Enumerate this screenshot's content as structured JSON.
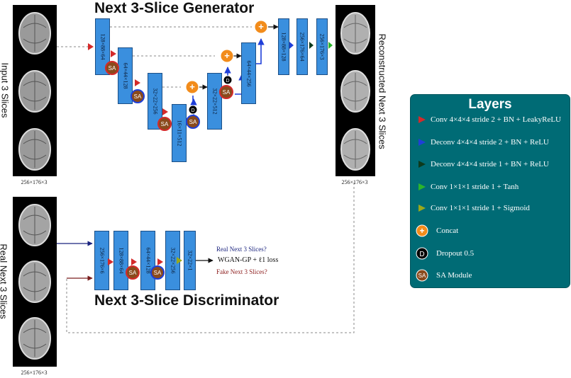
{
  "generator": {
    "title": "Next 3-Slice Generator",
    "input_label": "Input 3 Slices",
    "output_label": "Reconstructed Next 3 Slices",
    "input_dim": "256×176×3",
    "output_dim": "256×176×3",
    "blocks": [
      "128×88×64",
      "64×44×128",
      "32×22×256",
      "16×11×512",
      "32×22×512",
      "64×44×256",
      "128×88×128",
      "256×176×64",
      "256×176×3"
    ]
  },
  "discriminator": {
    "title": "Next 3-Slice Discriminator",
    "input_label": "Real Next 3 Slices",
    "input_dim": "256×176×3",
    "blocks": [
      "256×176×6",
      "128×88×64",
      "64×44×128",
      "32×22×256",
      "32×22×1"
    ],
    "loss_label": "WGAN-GP + ℓ1 loss",
    "real_label": "Real Next 3 Slices?",
    "fake_label": "Fake Next 3 Slices?"
  },
  "symbols": {
    "sa": "SA",
    "dropout": "D",
    "concat": "+"
  },
  "legend": {
    "title": "Layers",
    "items": [
      {
        "label": "Conv 4×4×4 stride 2 + BN + LeakyReLU",
        "icon": "red-triangle",
        "color": "#d42a2a"
      },
      {
        "label": "Deconv 4×4×4 stride 2 + BN + ReLU",
        "icon": "blue-triangle",
        "color": "#1f3fd8"
      },
      {
        "label": "Deconv 4×4×4 stride 1 + BN + ReLU",
        "icon": "darkgreen-triangle",
        "color": "#0d3a1c"
      },
      {
        "label": "Conv 1×1×1 stride 1 + Tanh",
        "icon": "green-triangle",
        "color": "#2bb52b"
      },
      {
        "label": "Conv 1×1×1 stride 1 + Sigmoid",
        "icon": "olive-triangle",
        "color": "#9aa81a"
      },
      {
        "label": "Concat",
        "icon": "concat-icon",
        "color": "#f28c1b"
      },
      {
        "label": "Dropout 0.5",
        "icon": "dropout-icon",
        "color": "#000000"
      },
      {
        "label": "SA Module",
        "icon": "sa-icon",
        "color": "#8a4a1c"
      }
    ]
  },
  "colors": {
    "block_fill": "#3a8fde",
    "legend_bg": "#006b75",
    "real_text": "#1a237e",
    "fake_text": "#8b1a1a"
  }
}
